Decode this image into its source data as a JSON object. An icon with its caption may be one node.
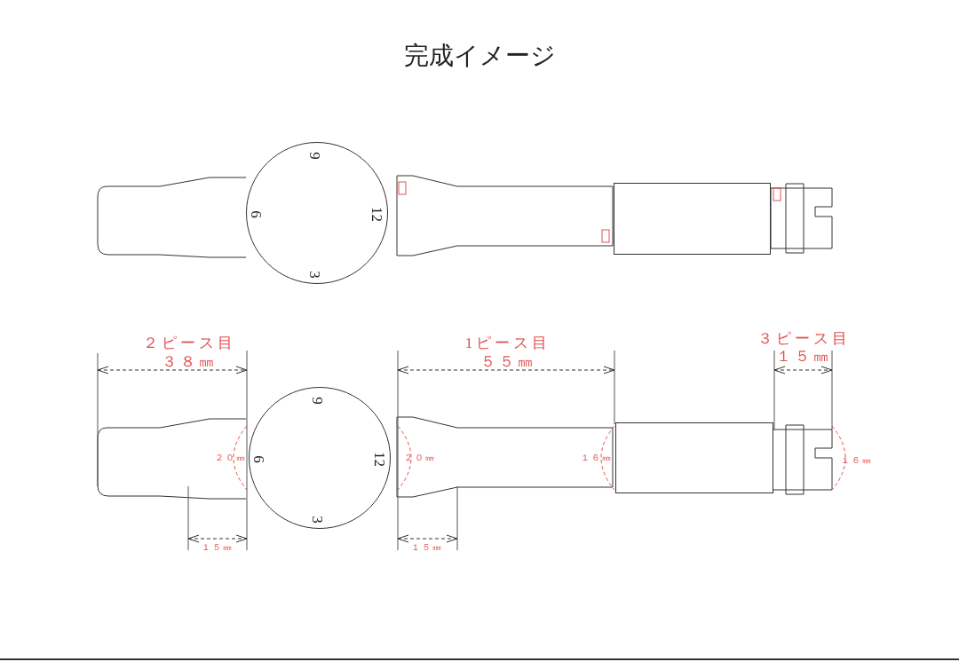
{
  "diagram": {
    "title": "完成イメージ",
    "nodes": [
      {
        "text": [
          "9",
          "6",
          "12",
          "3"
        ]
      },
      {
        "text": [],
        "shape": "box"
      },
      {
        "text": [
          "9",
          "6",
          "12",
          "3"
        ]
      },
      {
        "text": [],
        "shape": "box"
      }
    ],
    "labels": [
      "２ピース目",
      "３８㎜",
      "1ピース目",
      "５５㎜",
      "３ピース目",
      "１５㎜",
      "２０㎜",
      "２０㎜",
      "１６㎜",
      "１６㎜",
      "１５㎜",
      "１５㎜"
    ]
  }
}
